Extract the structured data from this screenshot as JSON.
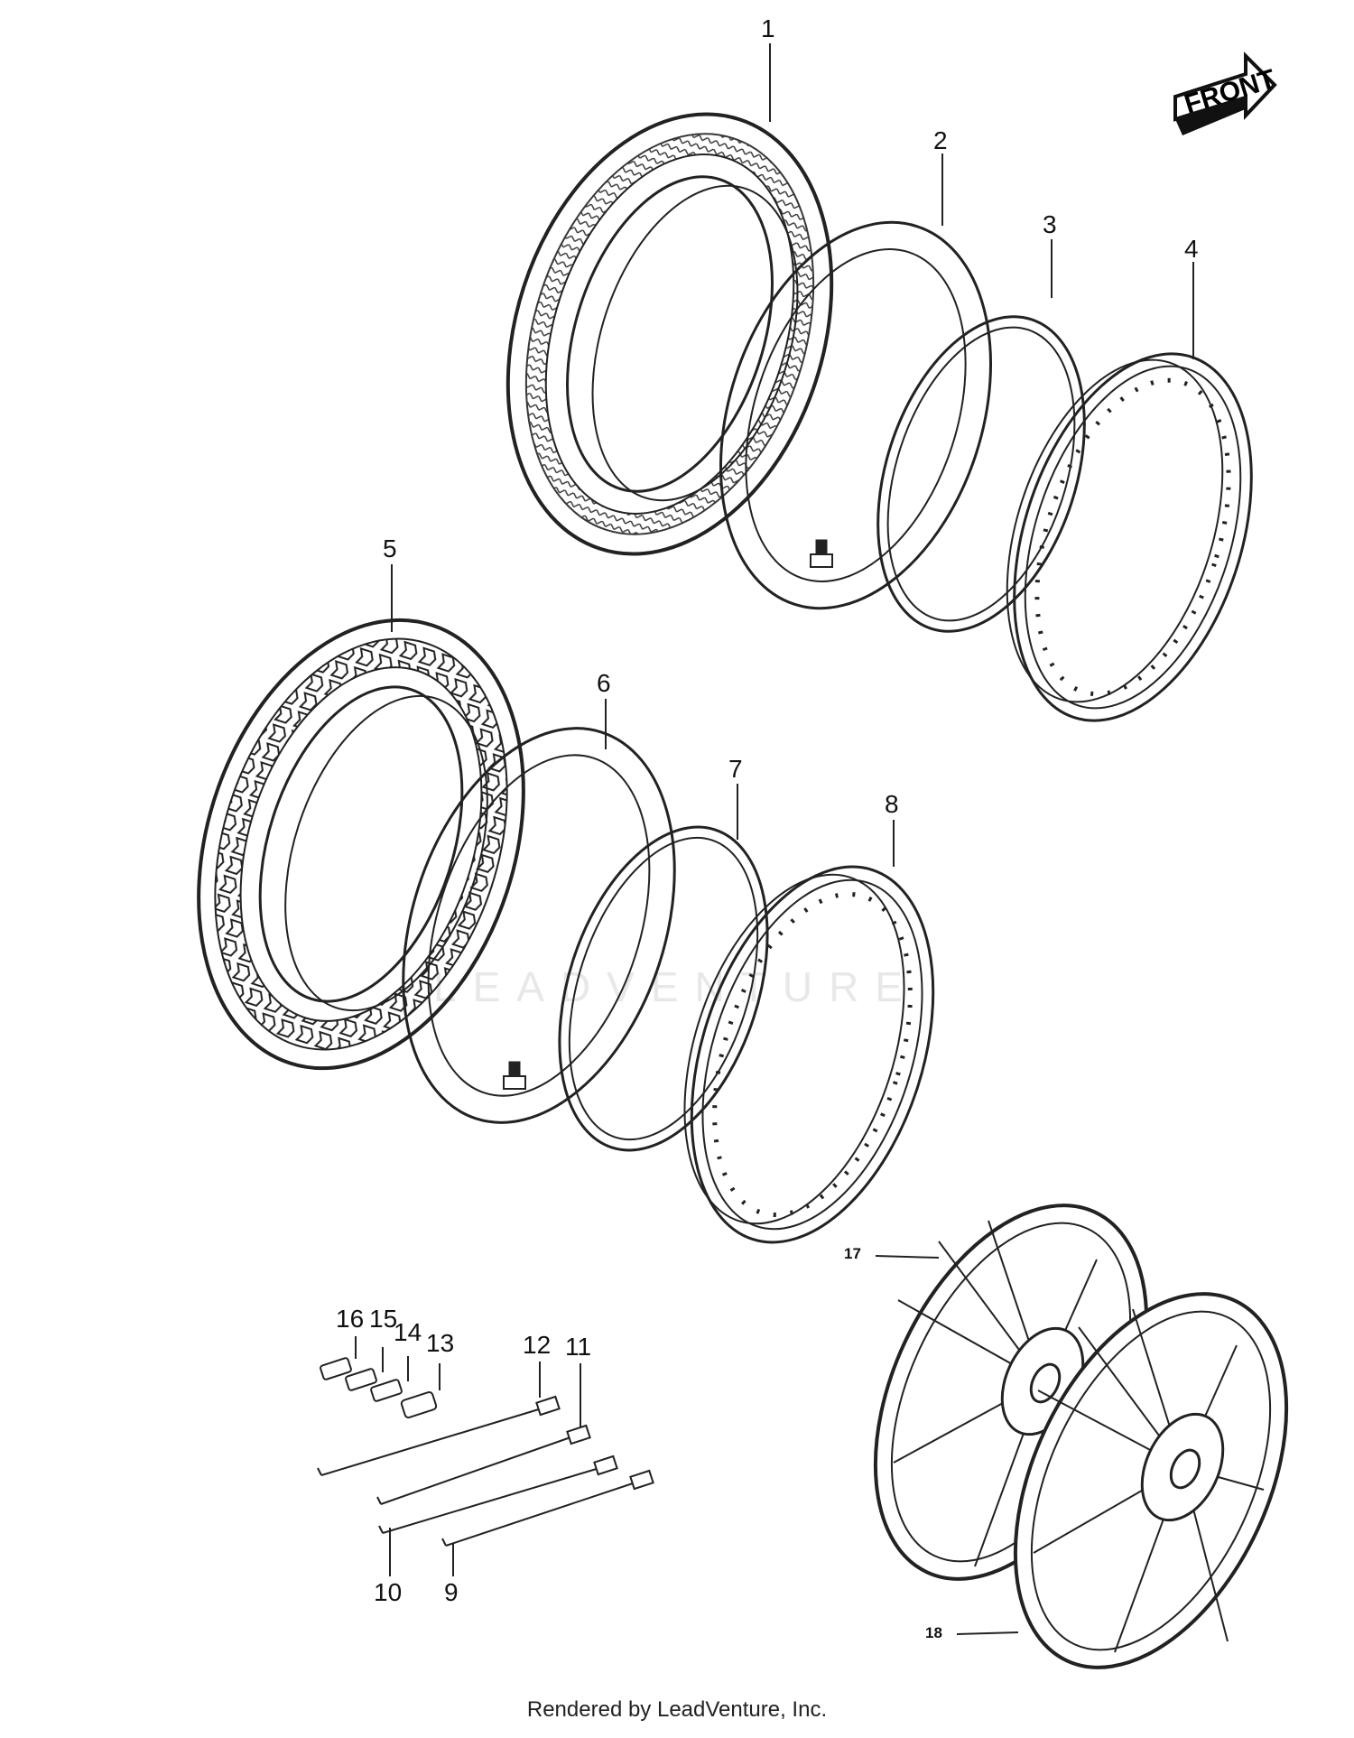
{
  "front_label": "FRONT",
  "watermark": "LEADVENTURE",
  "footer": "Rendered by LeadVenture, Inc.",
  "callouts": {
    "c1": "1",
    "c2": "2",
    "c3": "3",
    "c4": "4",
    "c5": "5",
    "c6": "6",
    "c7": "7",
    "c8": "8",
    "c9": "9",
    "c10": "10",
    "c11": "11",
    "c12": "12",
    "c13": "13",
    "c14": "14",
    "c15": "15",
    "c16": "16",
    "c17": "17",
    "c18": "18"
  }
}
